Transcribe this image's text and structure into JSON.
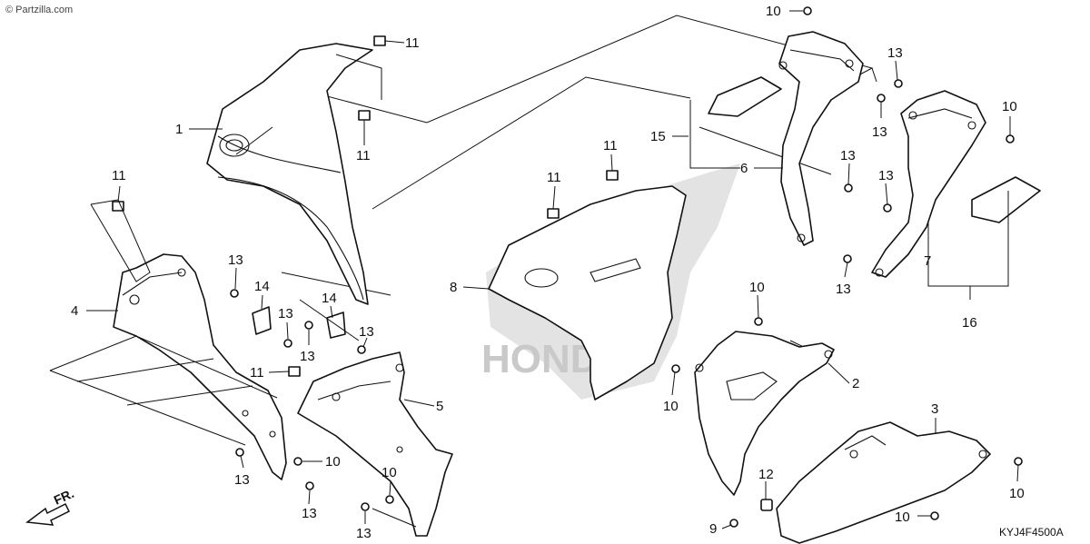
{
  "watermark": "© Partzilla.com",
  "diagram_code": "KYJ4F4500A",
  "direction_label": "FR.",
  "brand_watermark": "HONDA",
  "callouts": [
    {
      "id": "c11a",
      "text": "11"
    },
    {
      "id": "c1",
      "text": "1"
    },
    {
      "id": "c11b",
      "text": "11"
    },
    {
      "id": "c11c",
      "text": "11"
    },
    {
      "id": "c4",
      "text": "4"
    },
    {
      "id": "c13a",
      "text": "13"
    },
    {
      "id": "c14a",
      "text": "14"
    },
    {
      "id": "c13b",
      "text": "13"
    },
    {
      "id": "c14b",
      "text": "14"
    },
    {
      "id": "c13c",
      "text": "13"
    },
    {
      "id": "c13d",
      "text": "13"
    },
    {
      "id": "c11d",
      "text": "11"
    },
    {
      "id": "c5",
      "text": "5"
    },
    {
      "id": "c10a",
      "text": "10"
    },
    {
      "id": "c13e",
      "text": "13"
    },
    {
      "id": "c13f",
      "text": "13"
    },
    {
      "id": "c10b",
      "text": "10"
    },
    {
      "id": "c13g",
      "text": "13"
    },
    {
      "id": "c11e",
      "text": "11"
    },
    {
      "id": "c11f",
      "text": "11"
    },
    {
      "id": "c8",
      "text": "8"
    },
    {
      "id": "c10c",
      "text": "10"
    },
    {
      "id": "c15",
      "text": "15"
    },
    {
      "id": "c6",
      "text": "6"
    },
    {
      "id": "c13h",
      "text": "13"
    },
    {
      "id": "c13i",
      "text": "13"
    },
    {
      "id": "c13j",
      "text": "13"
    },
    {
      "id": "c13k",
      "text": "13"
    },
    {
      "id": "c10d",
      "text": "10"
    },
    {
      "id": "c7",
      "text": "7"
    },
    {
      "id": "c13l",
      "text": "13"
    },
    {
      "id": "c16",
      "text": "16"
    },
    {
      "id": "c10e",
      "text": "10"
    },
    {
      "id": "c2",
      "text": "2"
    },
    {
      "id": "c10f",
      "text": "10"
    },
    {
      "id": "c3",
      "text": "3"
    },
    {
      "id": "c12",
      "text": "12"
    },
    {
      "id": "c10g",
      "text": "10"
    },
    {
      "id": "c9",
      "text": "9"
    },
    {
      "id": "c10h",
      "text": "10"
    }
  ]
}
